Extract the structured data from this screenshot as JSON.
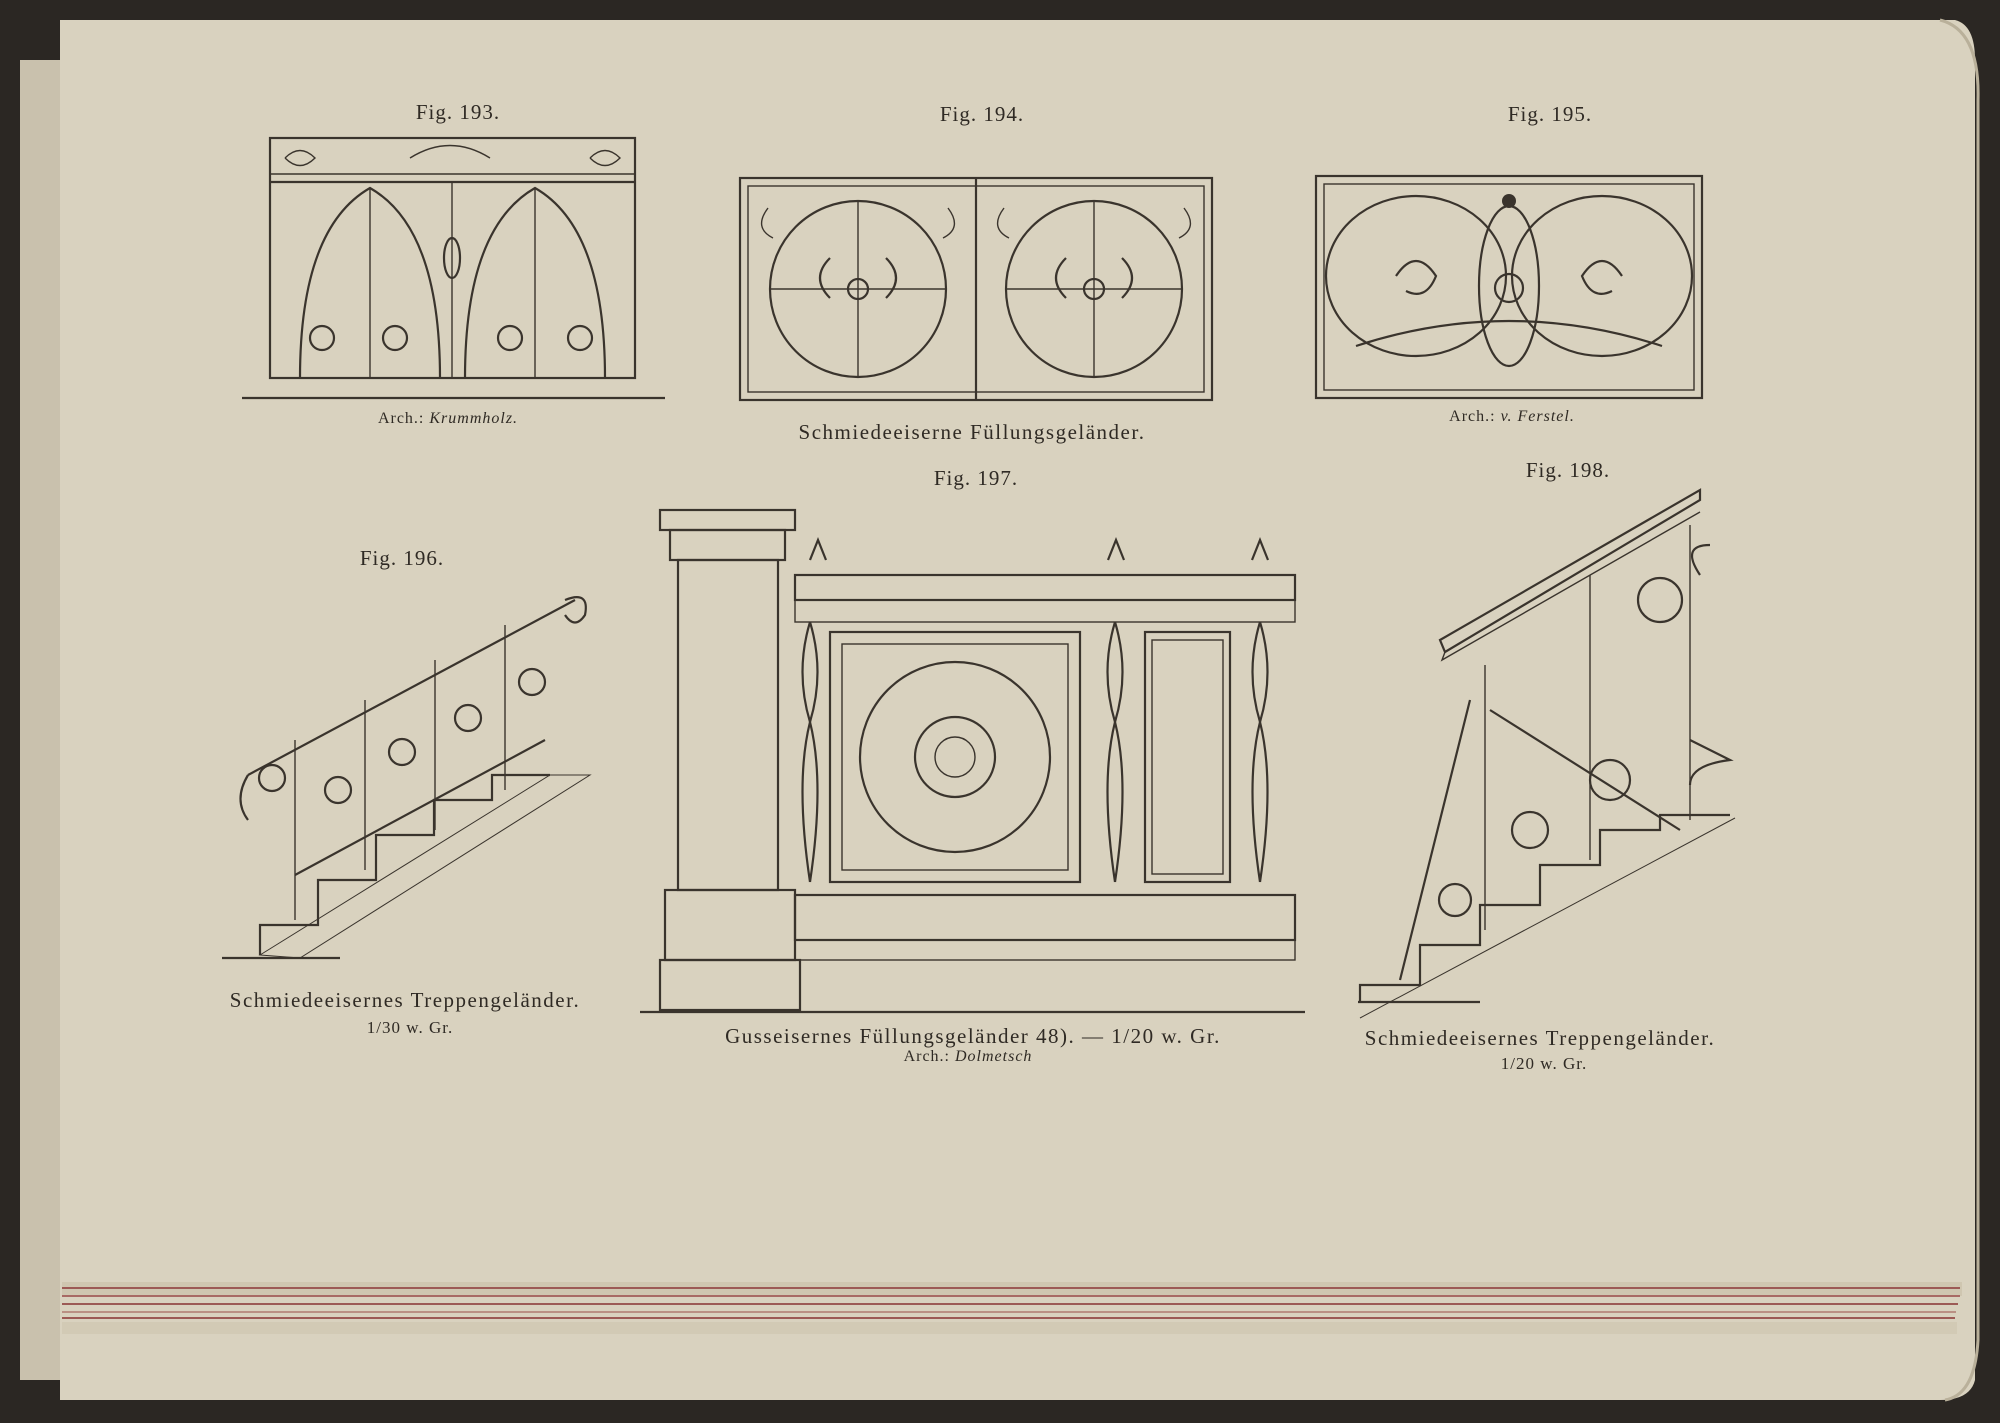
{
  "figures": [
    {
      "id": "fig-193",
      "label": "Fig. 193.",
      "credit_prefix": "Arch.:",
      "credit_name": "Krummholz."
    },
    {
      "id": "fig-194",
      "label": "Fig. 194.",
      "caption": "Schmiedeeiserne Füllungsgeländer."
    },
    {
      "id": "fig-195",
      "label": "Fig. 195.",
      "credit_prefix": "Arch.:",
      "credit_name": "v. Ferstel."
    },
    {
      "id": "fig-196",
      "label": "Fig. 196.",
      "caption": "Schmiedeeisernes Treppengeländer.",
      "scale": "1/30 w. Gr."
    },
    {
      "id": "fig-197",
      "label": "Fig. 197.",
      "caption": "Gusseisernes Füllungsgeländer 48). — 1/20 w. Gr.",
      "credit_prefix": "Arch.:",
      "credit_name": "Dolmetsch"
    },
    {
      "id": "fig-198",
      "label": "Fig. 198.",
      "caption": "Schmiedeeisernes Treppengeländer.",
      "scale": "1/20 w. Gr."
    }
  ],
  "colors": {
    "page": "#d9d2bf",
    "ink": "#3a342d",
    "edge": "#9c5a55",
    "background": "#2b2723"
  }
}
